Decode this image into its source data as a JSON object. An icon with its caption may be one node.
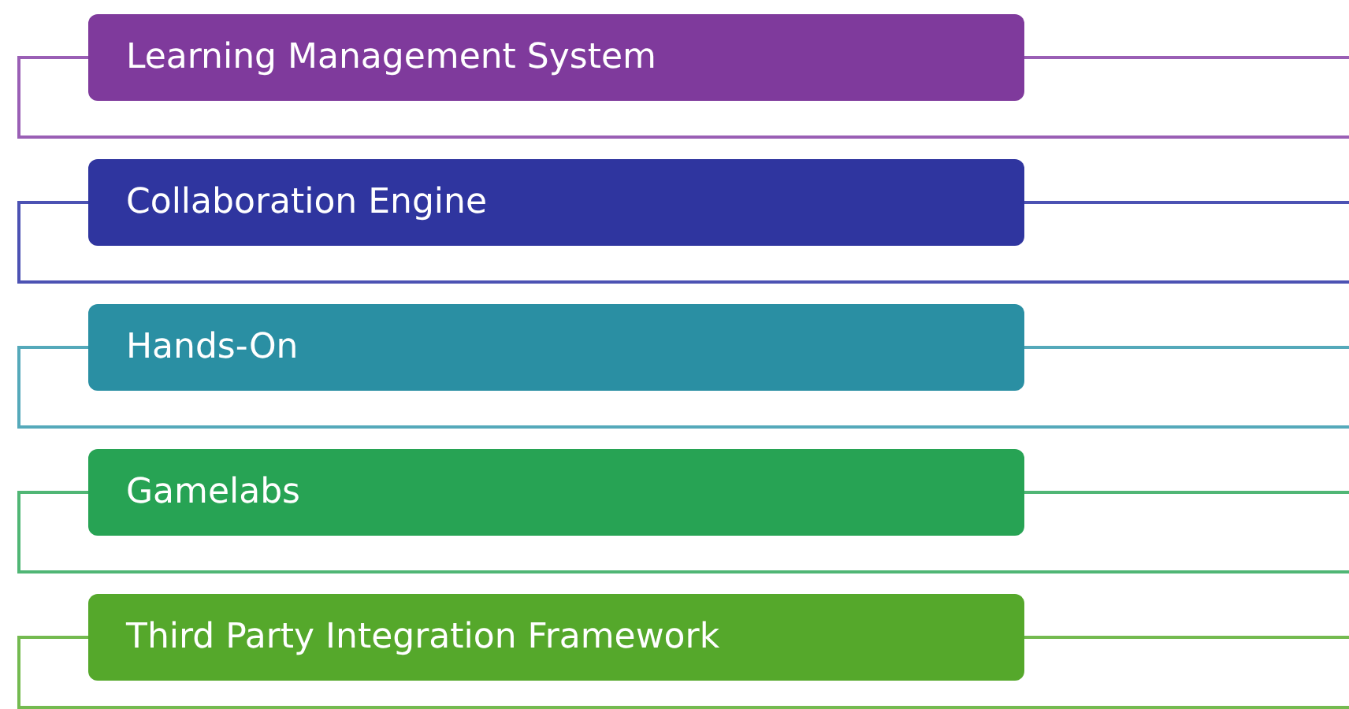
{
  "diagram": {
    "nodes": [
      {
        "text": [
          "Learning Management System"
        ]
      },
      {
        "text": [
          "Collaboration Engine"
        ]
      },
      {
        "text": [
          "Hands-On"
        ]
      },
      {
        "text": [
          "Gamelabs"
        ]
      },
      {
        "text": [
          "Third Party Integration Framework"
        ]
      }
    ]
  }
}
